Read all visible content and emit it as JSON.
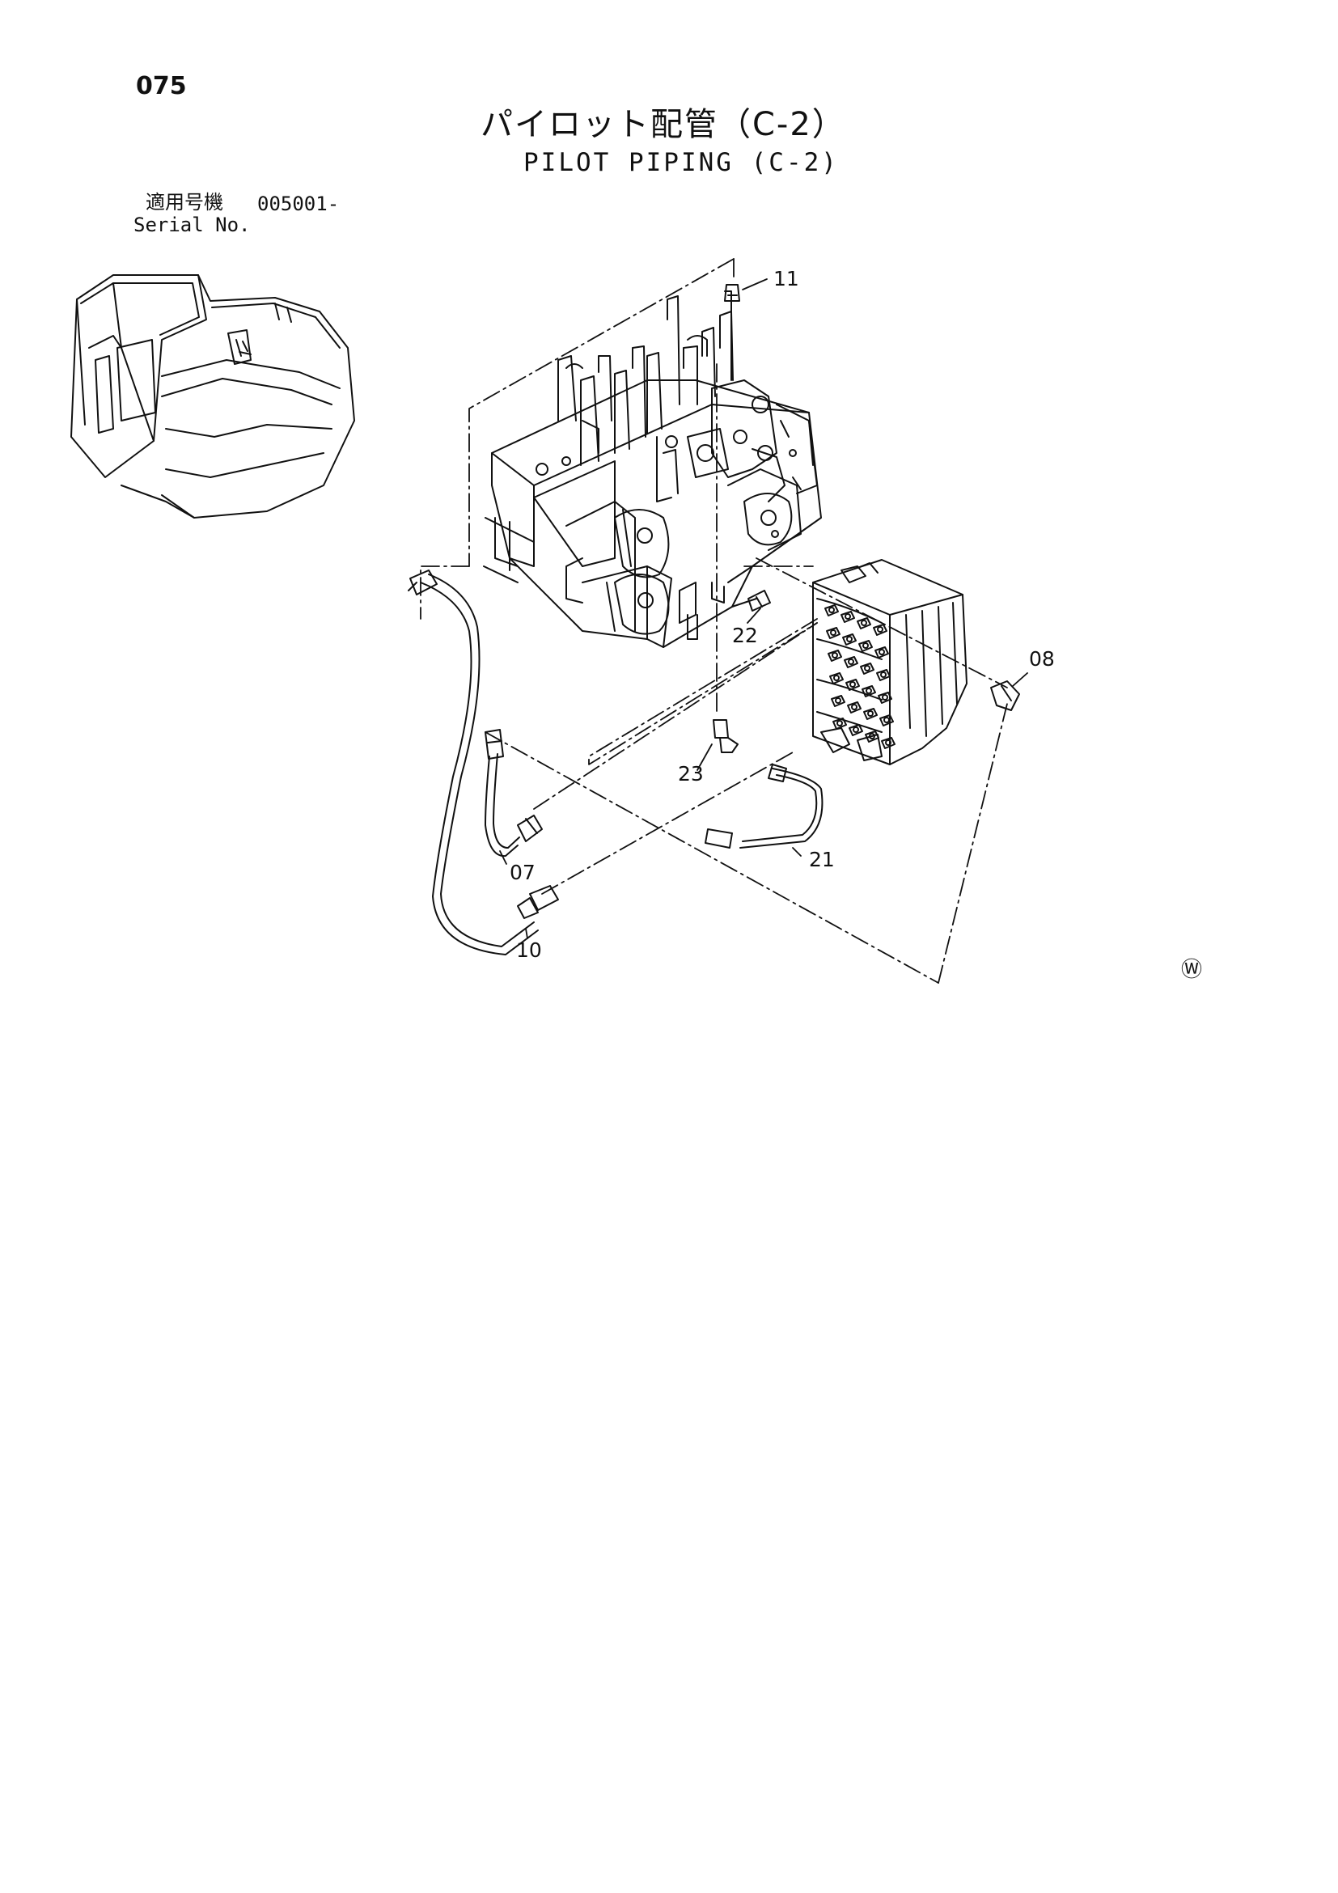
{
  "page": {
    "page_number": "075",
    "title_jp": "パイロット配管（C-2）",
    "title_en": "PILOT PIPING (C-2)",
    "serial_label_jp": "適用号機",
    "serial_value": "005001-",
    "serial_label_en": "Serial No.",
    "corner_mark": "Ⓦ"
  },
  "callouts": [
    {
      "id": "11",
      "label": "11"
    },
    {
      "id": "22",
      "label": "22"
    },
    {
      "id": "08",
      "label": "08"
    },
    {
      "id": "23",
      "label": "23"
    },
    {
      "id": "21",
      "label": "21"
    },
    {
      "id": "07",
      "label": "07"
    },
    {
      "id": "10",
      "label": "10"
    }
  ]
}
